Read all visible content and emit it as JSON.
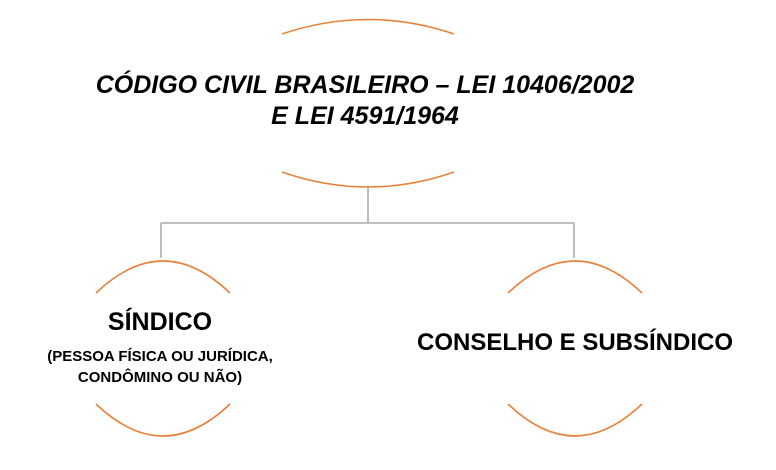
{
  "colors": {
    "arc": "#e8823a",
    "connector": "#9b9b9b",
    "text": "#000000"
  },
  "root": {
    "title_line1": "CÓDIGO CIVIL BRASILEIRO – LEI 10406/2002",
    "title_line2": "E LEI 4591/1964"
  },
  "children": {
    "left": {
      "title": "SÍNDICO",
      "subtitle_line1": "(PESSOA FÍSICA OU JURÍDICA,",
      "subtitle_line2": "CONDÔMINO OU NÃO)"
    },
    "right": {
      "title": "CONSELHO E SUBSÍNDICO"
    }
  }
}
